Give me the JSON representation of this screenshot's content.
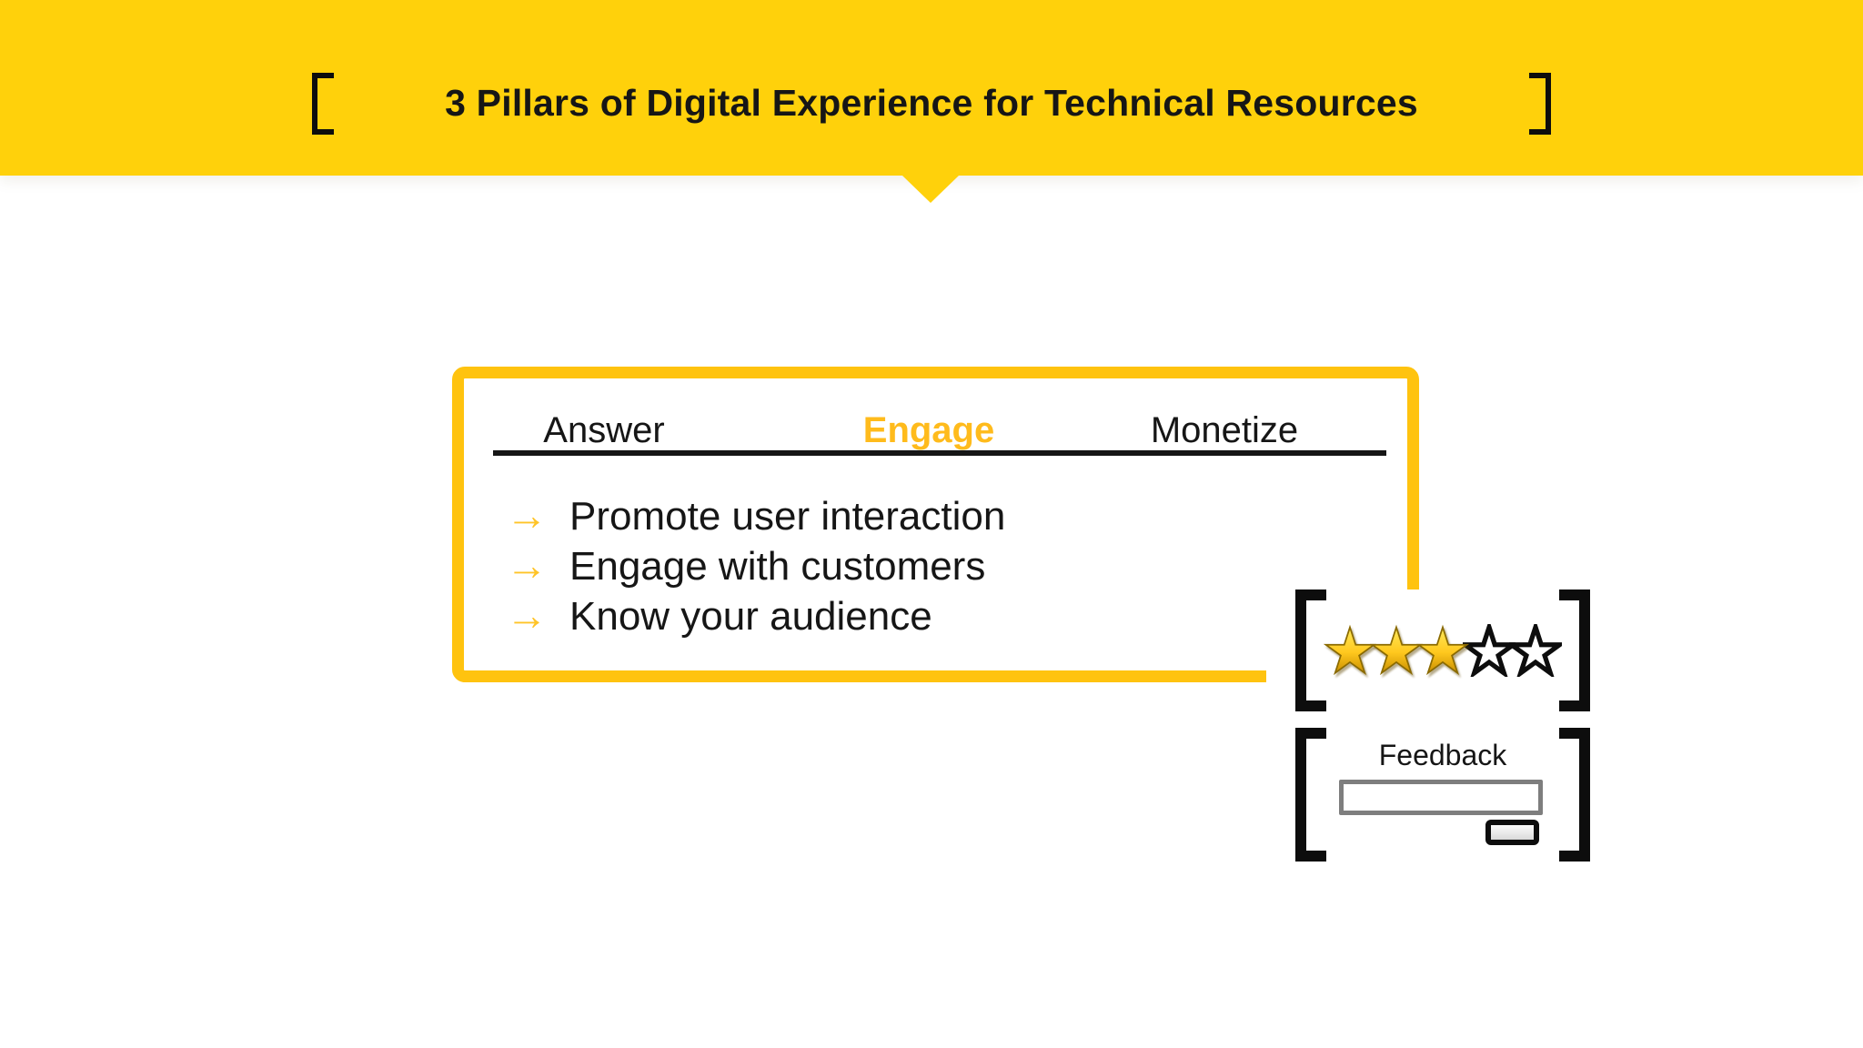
{
  "slide": {
    "title": "3 Pillars of Digital Experience for Technical Resources"
  },
  "pillars_card": {
    "tabs": [
      {
        "label": "Answer",
        "active": false
      },
      {
        "label": "Engage",
        "active": true
      },
      {
        "label": "Monetize",
        "active": false
      }
    ],
    "bullet_icon": "→",
    "bullets": [
      {
        "text": "Promote user interaction"
      },
      {
        "text": "Engage with customers"
      },
      {
        "text": "Know your audience"
      }
    ]
  },
  "rating_widget": {
    "stars_filled": 3,
    "stars_total": 5
  },
  "feedback_widget": {
    "label": "Feedback",
    "input_value": ""
  },
  "colors": {
    "banner-yellow": "#FFD10B",
    "border-yellow": "#FFC30F",
    "accent-gold": "#FFBB1C",
    "arrow-gold": "#FFC428",
    "text-dark": "#161616",
    "bracket-black": "#0D0D0D",
    "star-gold-light": "#FFE95C",
    "star-gold-mid": "#FFC81E",
    "star-gold-dark": "#C98F00",
    "star-gold-stroke": "#8A6A00",
    "input-border": "#7E7E7E"
  }
}
